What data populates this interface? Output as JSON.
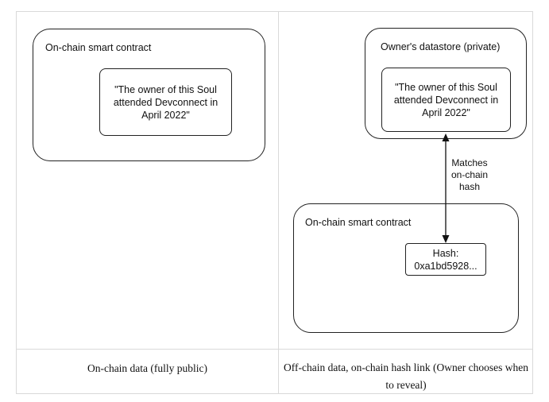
{
  "left_panel": {
    "container_title": "On-chain smart contract",
    "statement": "\"The owner of this Soul attended Devconnect in April 2022\"",
    "caption": "On-chain data (fully public)"
  },
  "right_panel": {
    "datastore_title": "Owner's datastore (private)",
    "statement": "\"The owner of this Soul attended Devconnect in April 2022\"",
    "edge_label": "Matches on-chain hash",
    "contract_title": "On-chain smart contract",
    "hash_box": "Hash: 0xa1bd5928...",
    "caption": "Off-chain data, on-chain hash link (Owner chooses when to reveal)"
  },
  "colors": {
    "border": "#222222",
    "grid": "#d9d9d9",
    "background": "#ffffff"
  }
}
